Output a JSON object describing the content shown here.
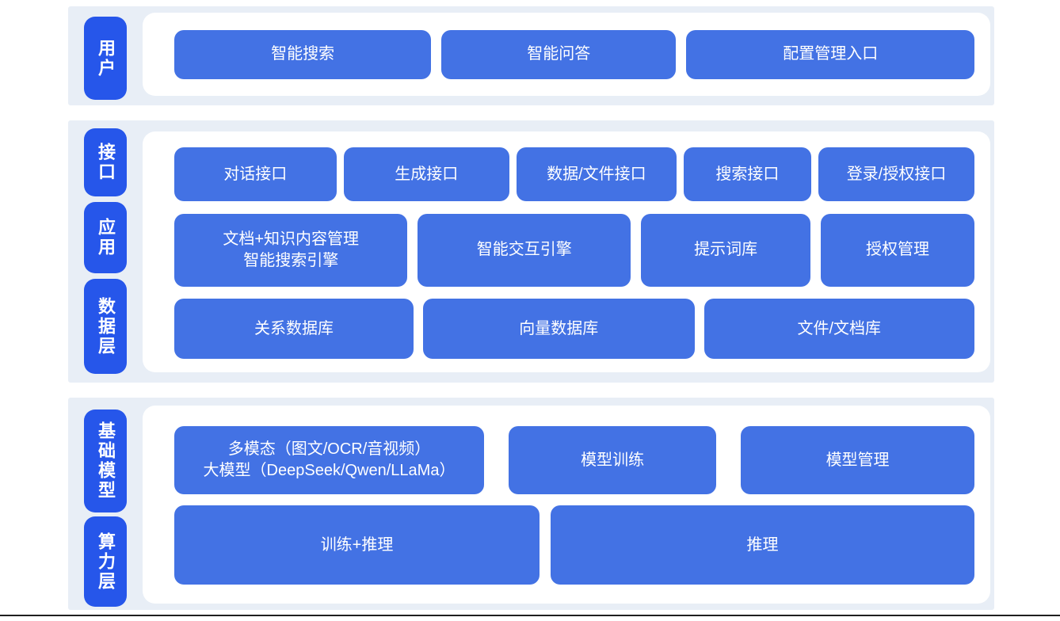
{
  "diagram": {
    "type": "layered-architecture",
    "colors": {
      "band_background": "#e8eef6",
      "panel_background": "#ffffff",
      "layer_label_blue": "#2656ea",
      "node_blue": "#4372e4",
      "node_text": "#ffffff",
      "bottom_border": "#1f1f1f"
    },
    "sections": [
      {
        "labels": [
          "用户"
        ],
        "rows": [
          [
            "智能搜索",
            "智能问答",
            "配置管理入口"
          ]
        ]
      },
      {
        "labels": [
          "接口",
          "应用",
          "数据层"
        ],
        "rows": [
          [
            "对话接口",
            "生成接口",
            "数据/文件接口",
            "搜索接口",
            "登录/授权接口"
          ],
          [
            "文档+知识内容管理\n智能搜索引擎",
            "智能交互引擎",
            "提示词库",
            "授权管理"
          ],
          [
            "关系数据库",
            "向量数据库",
            "文件/文档库"
          ]
        ]
      },
      {
        "labels": [
          "基础模型",
          "算力层"
        ],
        "rows": [
          [
            "多模态（图文/OCR/音视频）\n大模型（DeepSeek/Qwen/LLaMa）",
            "模型训练",
            "模型管理"
          ],
          [
            "训练+推理",
            "推理"
          ]
        ]
      }
    ]
  }
}
